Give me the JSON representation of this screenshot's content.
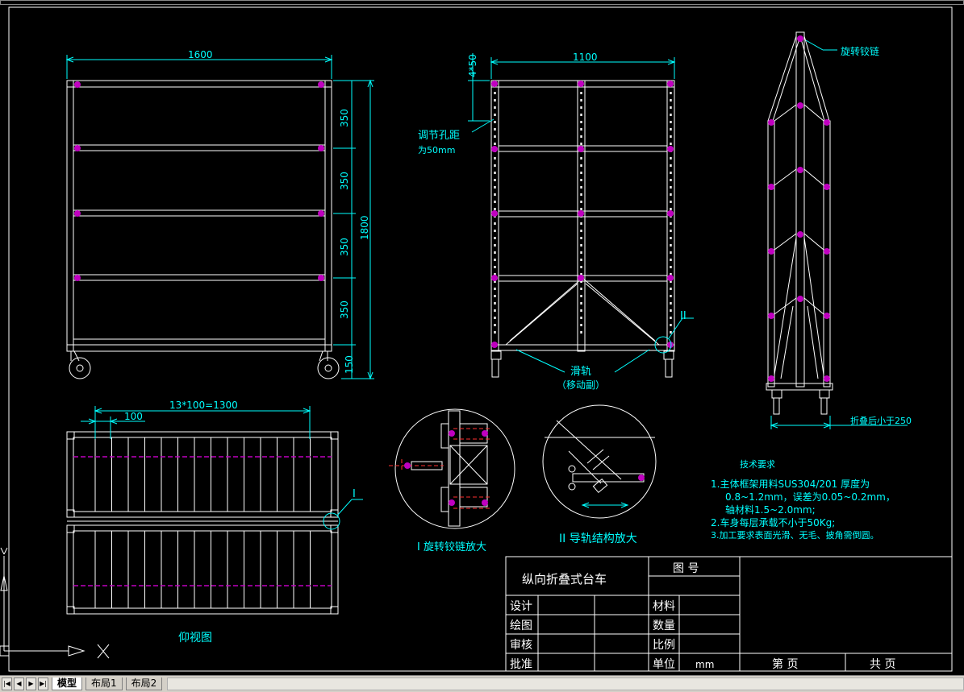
{
  "colors": {
    "background": "#000000",
    "line": "#ffffff",
    "dimension": "#00ffff",
    "hinge": "#c000c0",
    "hidden": "#ff3030"
  },
  "front_view": {
    "dim_width": "1600",
    "dim_height": "1800",
    "dim_shelf_1": "350",
    "dim_shelf_2": "350",
    "dim_shelf_3": "350",
    "dim_shelf_4": "350",
    "dim_wheel": "150"
  },
  "side_view": {
    "dim_width": "1100",
    "dim_hole": "4*50",
    "note_line1": "调节孔距",
    "note_line2": "为50mm",
    "rail_label": "滑轨",
    "rail_sub": "（移动副）",
    "detail_ref": "II"
  },
  "folded_view": {
    "hinge_label": "旋转铰链",
    "folded_dim": "折叠后小于250"
  },
  "bottom_view": {
    "dim_total": "13*100=1300",
    "dim_pitch": "100",
    "detail_ref": "I",
    "title": "仰视图"
  },
  "detail_1": {
    "title": "I  旋转铰链放大"
  },
  "detail_2": {
    "title": "II 导轨结构放大"
  },
  "tech": {
    "title": "技术要求",
    "line1": "1.主体框架用料SUS304/201 厚度为",
    "line2": "0.8~1.2mm，误差为0.05~0.2mm，",
    "line3": "轴材料1.5~2.0mm;",
    "line4": "2.车身每层承载不小于50Kg;",
    "line5": "3.加工要求表面光滑、无毛、披角需倒圆。"
  },
  "title_block": {
    "drawing_name": "纵向折叠式台车",
    "drawing_no_label": "图  号",
    "design": "设计",
    "drawn": "绘图",
    "review": "审核",
    "approve": "批准",
    "material": "材料",
    "quantity": "数量",
    "scale": "比例",
    "unit": "单位",
    "unit_value": "mm",
    "sheet": "第      页",
    "total": "共      页"
  },
  "ucs": {
    "y_label": "Y",
    "x_label": "X"
  },
  "tabs": {
    "model": "模型",
    "layout1": "布局1",
    "layout2": "布局2"
  }
}
